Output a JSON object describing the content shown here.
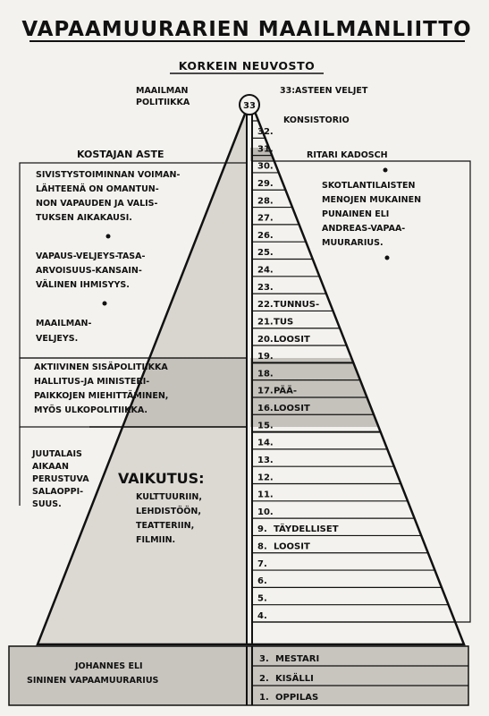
{
  "title": "VAPAAMUURARIEN MAAILMANLIITTO",
  "subtitle": "KORKEIN NEUVOSTO",
  "apex": {
    "number": "33",
    "left_label": [
      "MAAILMAN",
      "POLITIIKKA"
    ],
    "right_label": "33:ASTEEN VELJET",
    "konsistorio": "KONSISTORIO"
  },
  "kostajan_aste": "KOSTAJAN ASTE",
  "ritari_kadosch": "RITARI KADOSCH",
  "left_notes": {
    "n1": [
      "SIVISTYSTOIMINNAN VOIMAN-",
      "LÄHTEENÄ ON OMANTUN-",
      "NON VAPAUDEN JA VALIS-",
      "TUKSEN AIKAKAUSI."
    ],
    "n2": [
      "VAPAUS-VELJEYS-TASA-",
      "ARVOISUUS-KANSAIN-",
      "VÄLINEN IHMISYYS."
    ],
    "n3": [
      "MAAILMAN-",
      "VELJEYS."
    ],
    "n4": [
      "AKTIIVINEN SISÄPOLITIIKKA",
      "HALLITUS-JA MINISTERI-",
      "PAIKKOJEN MIEHITTÄMINEN,",
      "MYÖS ULKOPOLITIIKKA."
    ],
    "n5": [
      "JUUTALAIS",
      "AIKAAN",
      "PERUSTUVA",
      "SALAOPPI-",
      "SUUS."
    ]
  },
  "vaikutus": {
    "heading": "VAIKUTUS:",
    "lines": [
      "KULTTUURIIN,",
      "LEHDISTÖÖN,",
      "TEATTERIIN,",
      "FILMIIN."
    ]
  },
  "right_note": [
    "SKOTLANTILAISTEN",
    "MENOJEN MUKAINEN",
    "PUNAINEN ELI",
    "ANDREAS-VAPAA-",
    "MUURARIUS."
  ],
  "degrees": [
    {
      "num": "32."
    },
    {
      "num": "31."
    },
    {
      "num": "30."
    },
    {
      "num": "29."
    },
    {
      "num": "28."
    },
    {
      "num": "27."
    },
    {
      "num": "26."
    },
    {
      "num": "25."
    },
    {
      "num": "24."
    },
    {
      "num": "23."
    },
    {
      "num": "22.",
      "label": "TUNNUS-"
    },
    {
      "num": "21.",
      "label": "TUS"
    },
    {
      "num": "20.",
      "label": "LOOSIT"
    },
    {
      "num": "19."
    },
    {
      "num": "18."
    },
    {
      "num": "17.",
      "label": "PÄÄ-"
    },
    {
      "num": "16.",
      "label": "LOOSIT"
    },
    {
      "num": "15."
    },
    {
      "num": "14."
    },
    {
      "num": "13."
    },
    {
      "num": "12."
    },
    {
      "num": "11."
    },
    {
      "num": "10."
    },
    {
      "num": "9.",
      "label": "TÄYDELLISET"
    },
    {
      "num": "8.",
      "label": "LOOSIT"
    },
    {
      "num": "7."
    },
    {
      "num": "6."
    },
    {
      "num": "5."
    },
    {
      "num": "4."
    }
  ],
  "base": {
    "left_label": [
      "JOHANNES ELI",
      "SININEN VAPAAMUURARIUS"
    ],
    "degrees": [
      {
        "num": "3.",
        "label": "MESTARI"
      },
      {
        "num": "2.",
        "label": "KISÄLLI"
      },
      {
        "num": "1.",
        "label": "OPPILAS"
      }
    ]
  }
}
